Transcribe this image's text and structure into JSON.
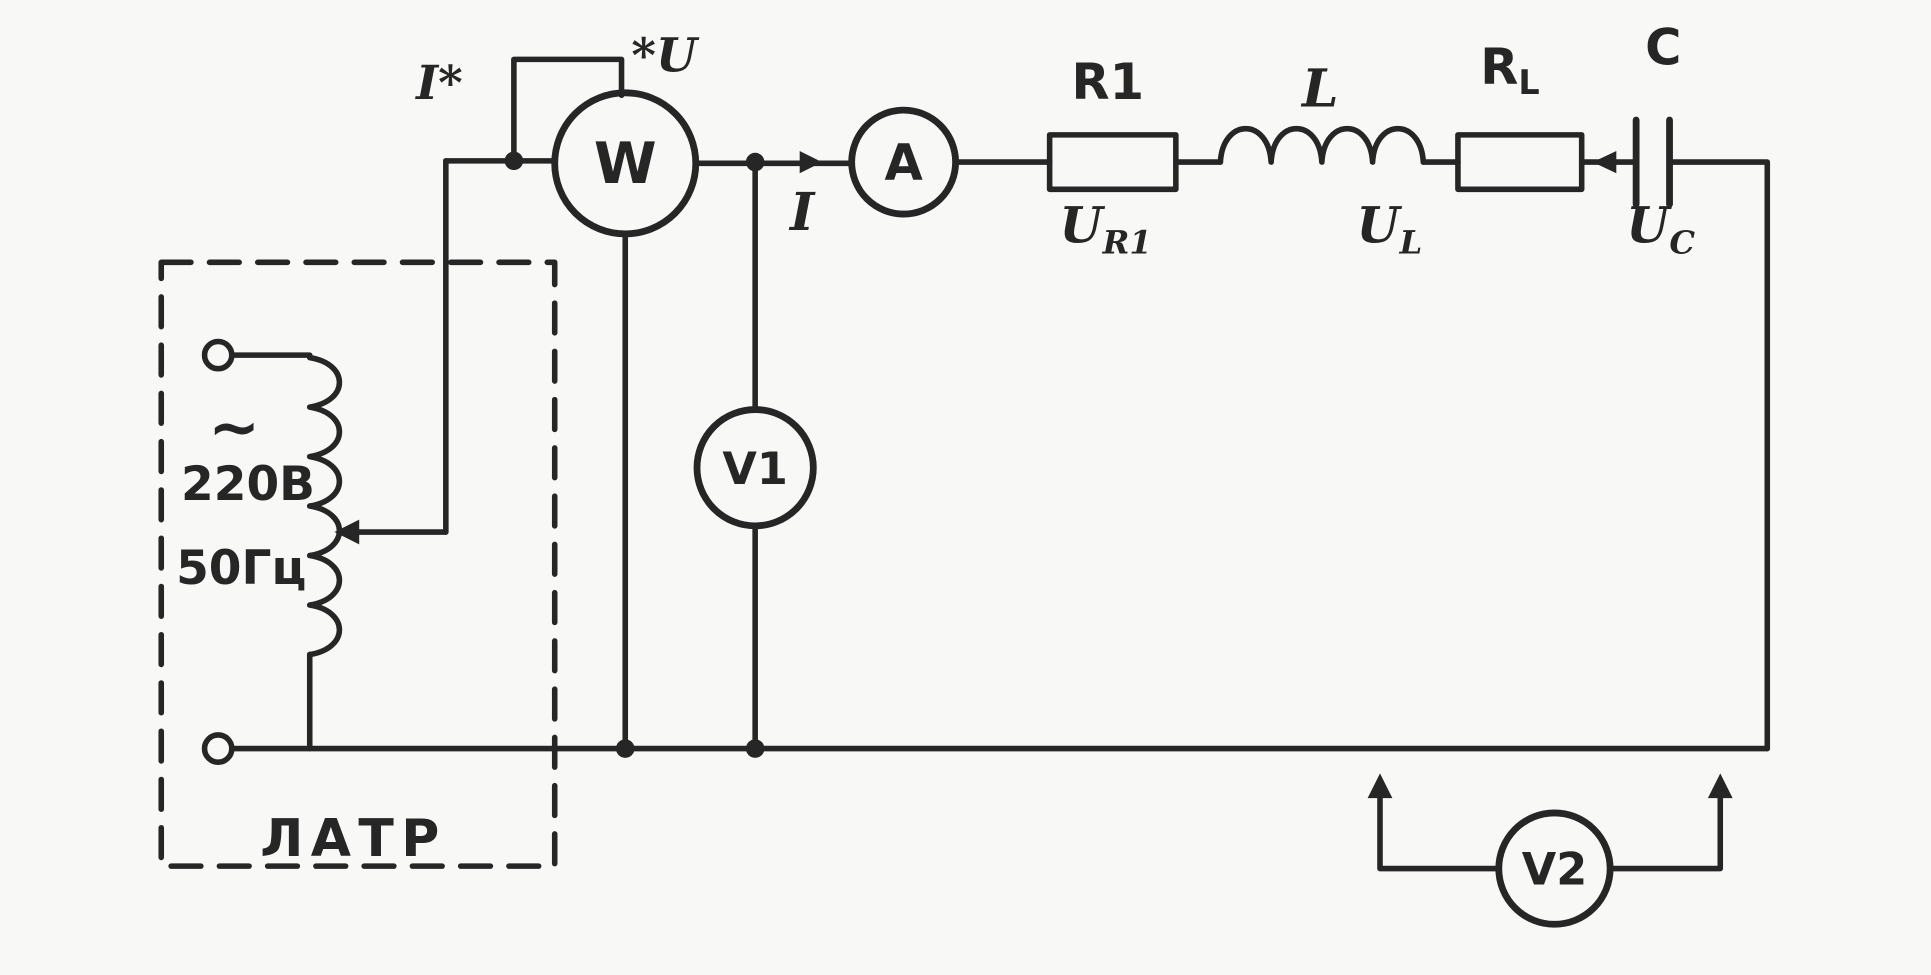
{
  "colors": {
    "ink": "#262626",
    "paper": "#f8f8f6"
  },
  "source": {
    "box_label": "ЛАТР",
    "ac_symbol": "~",
    "voltage": "220В",
    "frequency": "50Гц"
  },
  "wattmeter": {
    "label": "W",
    "current_terminal": "I*",
    "voltage_terminal": "*U"
  },
  "ammeter": {
    "label": "A"
  },
  "current_label": "I",
  "voltmeter_v1": {
    "label": "V1"
  },
  "voltmeter_v2": {
    "label": "V2"
  },
  "resistor_r1": {
    "label": "R1",
    "voltage": {
      "base": "U",
      "sub": "R1"
    }
  },
  "inductor": {
    "label": "L",
    "voltage": {
      "base": "U",
      "sub": "L"
    }
  },
  "inductor_resistance": {
    "label": {
      "base": "R",
      "sub": "L"
    }
  },
  "capacitor": {
    "label": "C",
    "voltage": {
      "base": "U",
      "sub": "C"
    }
  }
}
